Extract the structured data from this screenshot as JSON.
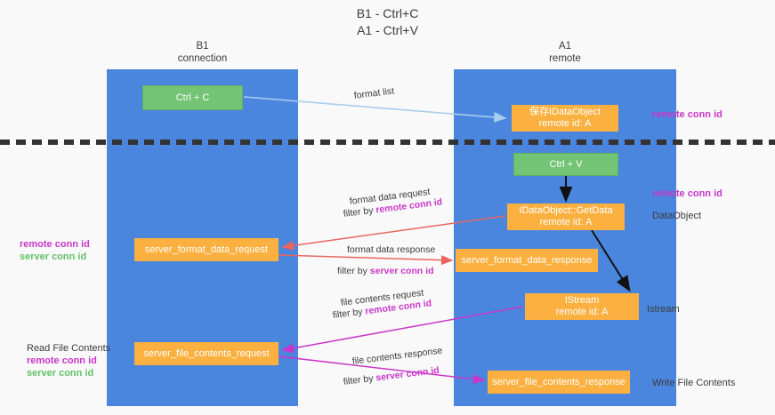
{
  "title": "B1 - Ctrl+C\nA1 - Ctrl+V",
  "columns": {
    "left": {
      "name": "B1",
      "role": "connection",
      "header": "B1\nconnection"
    },
    "right": {
      "name": "A1",
      "role": "remote",
      "header": "A1\nremote"
    }
  },
  "nodes": {
    "ctrl_c": {
      "label": "Ctrl + C",
      "kind": "green",
      "column": "left"
    },
    "data_object": {
      "label": "保存IDataObject\nremote id: A",
      "kind": "orange",
      "column": "right"
    },
    "ctrl_v": {
      "label": "Ctrl + V",
      "kind": "green",
      "column": "right"
    },
    "get_data": {
      "label": "IDataObject::GetData\nremote id: A",
      "kind": "orange",
      "column": "right"
    },
    "server_format_data_request": {
      "label": "server_format_data_request",
      "kind": "orange",
      "column": "left"
    },
    "server_format_data_response": {
      "label": "server_format_data_response",
      "kind": "orange",
      "column": "right"
    },
    "istream": {
      "label": "IStream\nremote id: A",
      "kind": "orange",
      "column": "right"
    },
    "server_file_contents_request": {
      "label": "server_file_contents_request",
      "kind": "orange",
      "column": "left"
    },
    "server_file_contents_response": {
      "label": "server_file_contents_response",
      "kind": "orange",
      "column": "right"
    }
  },
  "edges": {
    "format_list": {
      "label": "format list"
    },
    "format_data_request": {
      "line1": "format data request",
      "line2_prefix": "filter by ",
      "line2_key": "remote conn id"
    },
    "format_data_response": {
      "line1": "format data response",
      "line2_prefix": "filter by ",
      "line2_key": "server conn id"
    },
    "file_contents_request": {
      "line1": "file contents request",
      "line2_prefix": "filter by ",
      "line2_key": "remote conn id"
    },
    "file_contents_response": {
      "line1": "file contents response",
      "line2_prefix": "filter by ",
      "line2_key": "server conn id"
    }
  },
  "annotations": {
    "right_remote_conn_id_top": "remote conn id",
    "right_remote_conn_id_mid": "remote conn id",
    "data_object_label": "DataObject",
    "istream_label": "Istream",
    "write_file_contents": "Write File Contents",
    "read_file_contents": "Read File Contents",
    "remote_conn_id": "remote conn id",
    "server_conn_id": "server conn id"
  },
  "colors": {
    "lane_blue": "#4a86dd",
    "node_green": "#74c476",
    "node_orange": "#fbb040",
    "accent_pink": "#c936c9",
    "accent_green": "#63c168",
    "edge_lightblue": "#a8cdee",
    "edge_red": "#e8665f",
    "edge_magenta": "#c936c9",
    "edge_black": "#000000",
    "text_dark": "#3c3c3c",
    "background": "#f9f9f9"
  }
}
